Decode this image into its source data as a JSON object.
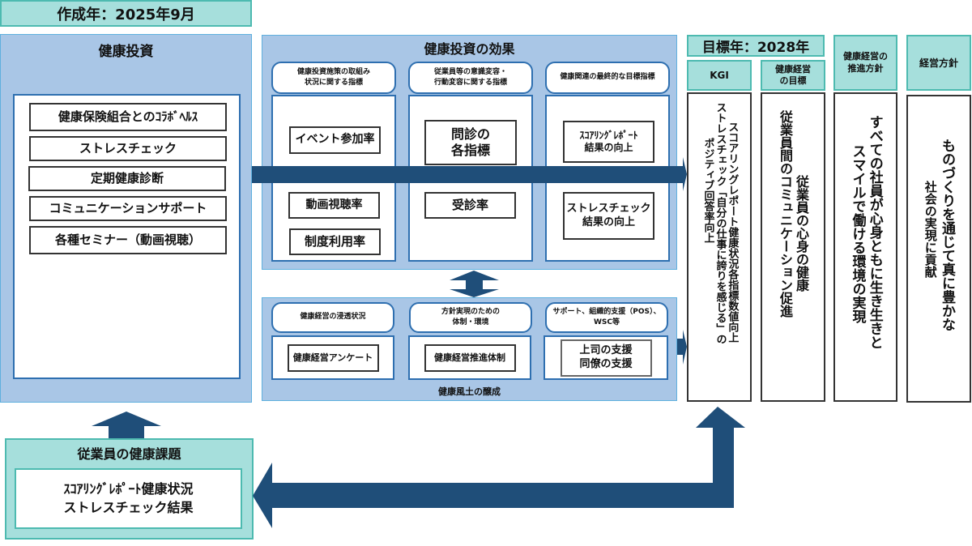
{
  "header": {
    "created": "作成年：2025年9月",
    "target_year": "目標年：2028年"
  },
  "investment": {
    "title": "健康投資",
    "items": [
      "健康保険組合とのｺﾗﾎﾞﾍﾙｽ",
      "ストレスチェック",
      "定期健康診断",
      "コミュニケーションサポート",
      "各種セミナー（動画視聴）"
    ]
  },
  "effects": {
    "title": "健康投資の効果",
    "columns": [
      {
        "header": "健康投資施策の取組み\n状況に関する指標",
        "items": [
          "イベント参加率",
          "動画視聴率",
          "制度利用率"
        ]
      },
      {
        "header": "従業員等の意識変容・\n行動変容に関する指標",
        "items": [
          "問診の\n各指標",
          "受診率"
        ]
      },
      {
        "header": "健康関連の最終的な目標指標",
        "items": [
          "ｽｺｱﾘﾝｸﾞﾚﾎﾟｰﾄ\n結果の向上",
          "ストレスチェック\n結果の向上"
        ]
      }
    ]
  },
  "culture": {
    "title": "健康風土の醸成",
    "columns": [
      {
        "header": "健康経営の浸透状況",
        "item": "健康経営アンケート"
      },
      {
        "header": "方針実現のための\n体制・環境",
        "item": "健康経営推進体制"
      },
      {
        "header": "サポート、組織的支援（POS）、\nWSC等",
        "item": "上司の支援\n同僚の支援"
      }
    ]
  },
  "kgi": {
    "label": "KGI",
    "lines": [
      "スコアリングレポート健康状況各指標数値向上",
      "ストレスチェック「自分の仕事に誇りを感じる」の",
      "ポジティブ回答率向上"
    ]
  },
  "goal": {
    "label": "健康経営\nの目標",
    "lines": [
      "従業員の心身の健康",
      "従業員間のコミュニケーション促進"
    ]
  },
  "policy": {
    "label": "健康経営の\n推進方針",
    "lines": [
      "すべての社員が心身ともに生き生きと",
      "スマイルで働ける環境の実現"
    ]
  },
  "management": {
    "label": "経営方針",
    "lines": [
      "ものづくりを通じて真に豊かな",
      "社会の実現に貢献"
    ]
  },
  "issues": {
    "title": "従業員の健康課題",
    "lines": "ｽｺｱﾘﾝｸﾞﾚﾎﾟｰﾄ健康状況\nストレスチェック結果"
  },
  "colors": {
    "arrow": "#1f4e79",
    "teal_fill": "#a6dfdc",
    "blue_panel": "#a9c6e6"
  }
}
